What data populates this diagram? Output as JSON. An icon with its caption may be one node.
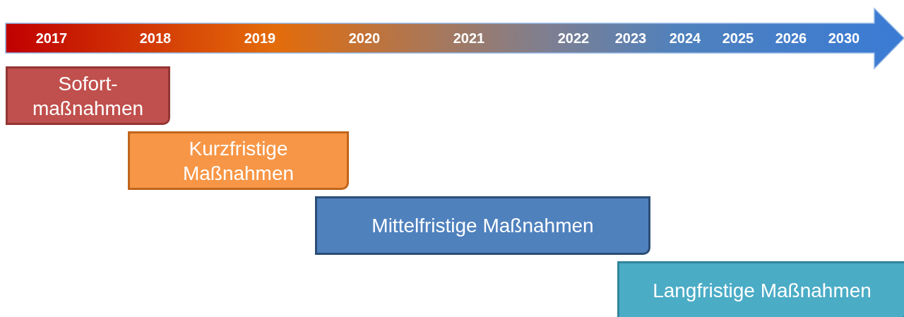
{
  "diagram": {
    "nodes": [
      {
        "text": [
          "Sofort- maßnahmen"
        ]
      },
      {
        "text": [
          "Kurzfristige Maßnahmen"
        ]
      },
      {
        "text": [
          "Mittelfristige Maßnahmen"
        ]
      },
      {
        "text": [
          "Langfristige Maßnahmen"
        ]
      }
    ],
    "labels": [
      "2017",
      "2018",
      "2019",
      "2020",
      "2021",
      "2022",
      "2023",
      "2024",
      "2025",
      "2026",
      "2030"
    ]
  }
}
